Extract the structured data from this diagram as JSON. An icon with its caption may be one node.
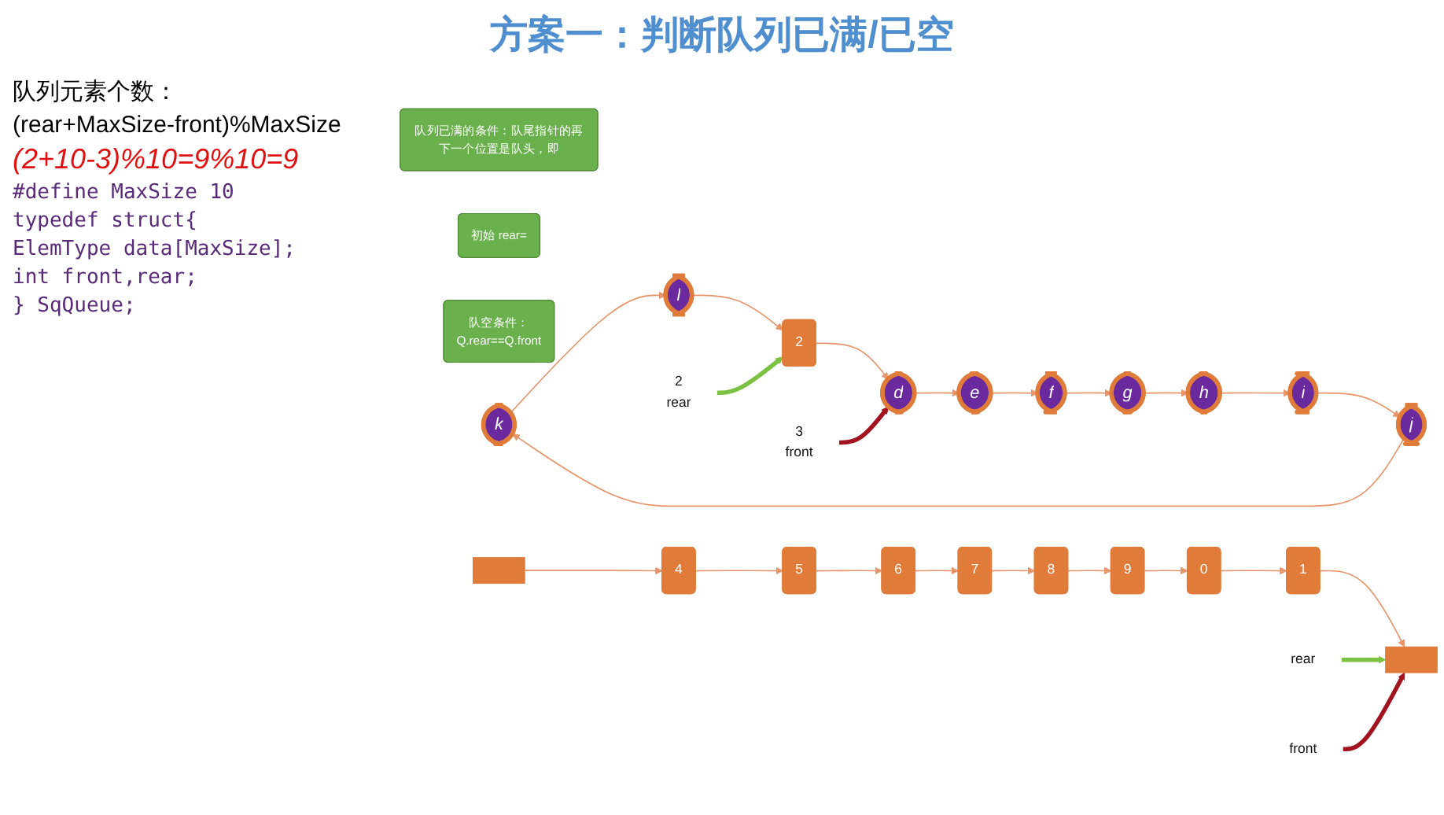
{
  "diagram": {
    "title": "方案一：判断队列已满/已空",
    "nodes": [
      {
        "text": [
          "k"
        ]
      },
      {
        "text": [
          "j"
        ]
      },
      {
        "text": [
          "l"
        ]
      },
      {
        "text": [
          "i"
        ]
      },
      {
        "text": [
          "2",
          "rear"
        ]
      },
      {
        "text": [
          "2"
        ]
      },
      {
        "text": [
          "3",
          "front"
        ]
      },
      {
        "text": [
          "d"
        ]
      },
      {
        "text": [
          "h"
        ]
      },
      {
        "text": [
          "g"
        ]
      },
      {
        "text": [
          "e"
        ]
      },
      {
        "text": [
          "f"
        ]
      },
      {
        "text": [
          "队列已满的条件：队尾指针的再下一个位置是队头，即"
        ]
      },
      {
        "text": [
          "初始 rear="
        ]
      },
      {
        "text": [
          "0"
        ]
      },
      {
        "text": [
          "9"
        ]
      },
      {
        "text": [
          "1"
        ]
      },
      {
        "text": [
          "rear"
        ]
      },
      {
        "text": [],
        "shape": "box"
      },
      {
        "text": [
          "8"
        ]
      },
      {
        "text": [
          "front"
        ]
      },
      {
        "text": [
          "7"
        ]
      },
      {
        "text": [
          "队空条件：",
          "Q.rear==Q.front"
        ]
      },
      {
        "text": [],
        "shape": "box"
      },
      {
        "text": [
          "6"
        ]
      },
      {
        "text": [
          "4"
        ]
      },
      {
        "text": [
          "5"
        ]
      }
    ],
    "edges": [
      {
        "from": 1,
        "to": 0,
        "arrow": "to"
      },
      {
        "from": 0,
        "to": 2,
        "arrow": "to"
      },
      {
        "from": 2,
        "to": 5,
        "arrow": "to"
      },
      {
        "from": 5,
        "to": 7,
        "arrow": "to"
      },
      {
        "from": 7,
        "to": 10,
        "arrow": "to"
      },
      {
        "from": 10,
        "to": 11,
        "arrow": "to"
      },
      {
        "from": 11,
        "to": 9,
        "arrow": "to"
      },
      {
        "from": 9,
        "to": 8,
        "arrow": "to"
      },
      {
        "from": 8,
        "to": 3,
        "arrow": "to"
      },
      {
        "from": 3,
        "to": 1,
        "arrow": "to"
      },
      {
        "from": 4,
        "to": 5,
        "arrow": "to",
        "style": "thick",
        "color": "#7cc242"
      },
      {
        "from": 6,
        "to": 7,
        "arrow": "to",
        "style": "thick",
        "color": "#a3121f"
      },
      {
        "from": 15,
        "to": 14,
        "arrow": "to"
      },
      {
        "from": 14,
        "to": 16,
        "arrow": "to"
      },
      {
        "from": 16,
        "to": 18,
        "arrow": "to"
      },
      {
        "from": 23,
        "to": 25,
        "arrow": "to"
      },
      {
        "from": 25,
        "to": 26,
        "arrow": "to"
      },
      {
        "from": 26,
        "to": 24,
        "arrow": "to"
      },
      {
        "from": 24,
        "to": 21,
        "arrow": "to"
      },
      {
        "from": 21,
        "to": 19,
        "arrow": "to"
      },
      {
        "from": 19,
        "to": 15,
        "arrow": "to"
      },
      {
        "from": 17,
        "to": 18,
        "arrow": "to",
        "style": "thick",
        "color": "#7cc242"
      },
      {
        "from": 20,
        "to": 18,
        "arrow": "to",
        "style": "thick",
        "color": "#a3121f"
      }
    ],
    "labels": [
      "队列元素个数：",
      "(rear+MaxSize-front)%MaxSize",
      "(2+10-3)%10=9%10=9",
      "#define MaxSize 10",
      "typedef struct{",
      "ElemType data[MaxSize];",
      "int front,rear;",
      "} SqQueue;"
    ]
  }
}
